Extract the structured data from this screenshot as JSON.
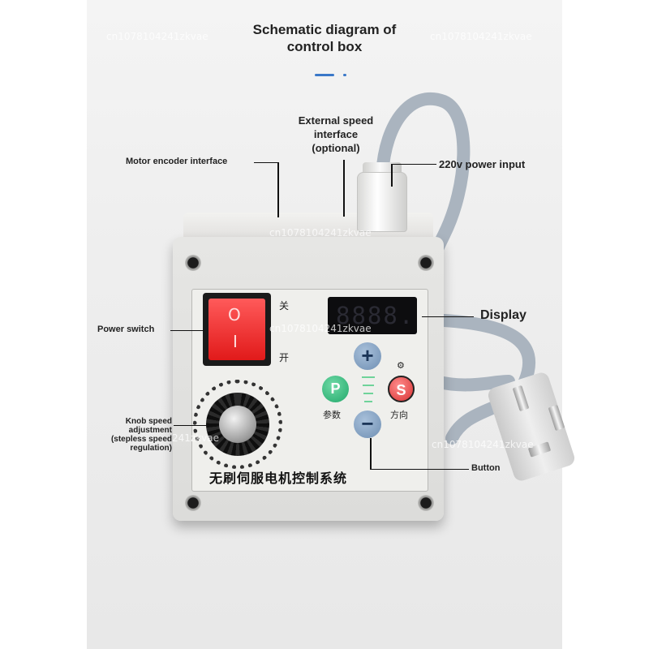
{
  "title_line1": "Schematic diagram of",
  "title_line2": "control box",
  "watermark": "cn1078104241zkvae",
  "watermark_partial": "241zkvae",
  "labels": {
    "external_speed_line1": "External speed",
    "external_speed_line2": "interface",
    "external_speed_line3": "(optional)",
    "motor_encoder": "Motor encoder interface",
    "power_input": "220v power input",
    "display": "Display",
    "power_switch": "Power switch",
    "knob_line1": "Knob speed",
    "knob_line2": "adjustment",
    "knob_line3": "(stepless speed",
    "knob_line4": "regulation)",
    "button": "Button"
  },
  "device": {
    "switch_off": "关",
    "switch_on": "开",
    "switch_o": "O",
    "switch_i": "I",
    "display_digits": "8888.",
    "btn_plus": "+",
    "btn_minus": "−",
    "btn_p": "P",
    "btn_s": "S",
    "label_params": "参数",
    "label_direction": "方向",
    "system_name": "无刷伺服电机控制系统"
  },
  "colors": {
    "switch_red": "#e11a1a",
    "button_blue": "#6f8fb3",
    "button_green": "#21a86a",
    "button_red": "#d83232",
    "accent_blue": "#3a78c8"
  }
}
